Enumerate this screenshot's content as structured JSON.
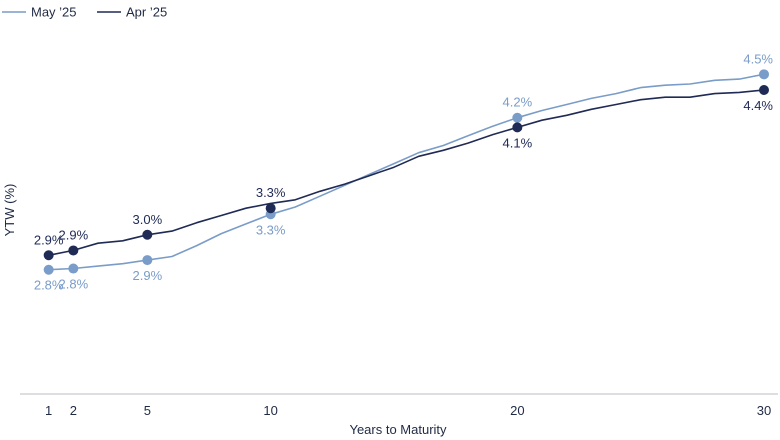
{
  "chart_data": {
    "type": "line",
    "title": "",
    "xlabel": "Years to Maturity",
    "ylabel": "YTW (%)",
    "xlim": [
      0,
      30
    ],
    "ylim": [
      1.75,
      4.9
    ],
    "xticks": [
      1,
      2,
      5,
      10,
      20,
      30
    ],
    "grid": false,
    "legend": "top-left",
    "series": [
      {
        "name": "May ’25",
        "color": "#7a9cc8",
        "x": [
          1,
          2,
          3,
          4,
          5,
          6,
          7,
          8,
          9,
          10,
          11,
          12,
          13,
          14,
          15,
          16,
          17,
          18,
          19,
          20,
          21,
          22,
          23,
          24,
          25,
          26,
          27,
          28,
          29,
          30
        ],
        "y": [
          2.78,
          2.79,
          2.81,
          2.83,
          2.86,
          2.89,
          2.98,
          3.08,
          3.16,
          3.24,
          3.3,
          3.39,
          3.48,
          3.57,
          3.66,
          3.75,
          3.81,
          3.89,
          3.97,
          4.04,
          4.1,
          4.15,
          4.2,
          4.24,
          4.29,
          4.31,
          4.32,
          4.35,
          4.36,
          4.4
        ]
      },
      {
        "name": "Apr ’25",
        "color": "#1f2a55",
        "x": [
          1,
          2,
          3,
          4,
          5,
          6,
          7,
          8,
          9,
          10,
          11,
          12,
          13,
          14,
          15,
          16,
          17,
          18,
          19,
          20,
          21,
          22,
          23,
          24,
          25,
          26,
          27,
          28,
          29,
          30
        ],
        "y": [
          2.9,
          2.94,
          3.0,
          3.02,
          3.07,
          3.1,
          3.17,
          3.23,
          3.29,
          3.33,
          3.36,
          3.43,
          3.49,
          3.56,
          3.63,
          3.72,
          3.77,
          3.83,
          3.9,
          3.96,
          4.02,
          4.06,
          4.11,
          4.15,
          4.19,
          4.21,
          4.21,
          4.24,
          4.25,
          4.27
        ]
      }
    ],
    "markers": [
      {
        "series": 0,
        "x": 1,
        "y": 2.78,
        "label": "2.8%",
        "pos": "below"
      },
      {
        "series": 0,
        "x": 2,
        "y": 2.79,
        "label": "2.8%",
        "pos": "below"
      },
      {
        "series": 0,
        "x": 5,
        "y": 2.86,
        "label": "2.9%",
        "pos": "below"
      },
      {
        "series": 0,
        "x": 10,
        "y": 3.24,
        "label": "3.3%",
        "pos": "below"
      },
      {
        "series": 0,
        "x": 20,
        "y": 4.04,
        "label": "4.2%",
        "pos": "above"
      },
      {
        "series": 0,
        "x": 30,
        "y": 4.4,
        "label": "4.5%",
        "pos": "above"
      },
      {
        "series": 1,
        "x": 1,
        "y": 2.9,
        "label": "2.9%",
        "pos": "above"
      },
      {
        "series": 1,
        "x": 2,
        "y": 2.94,
        "label": "2.9%",
        "pos": "above"
      },
      {
        "series": 1,
        "x": 5,
        "y": 3.07,
        "label": "3.0%",
        "pos": "above"
      },
      {
        "series": 1,
        "x": 10,
        "y": 3.29,
        "label": "3.3%",
        "pos": "above"
      },
      {
        "series": 1,
        "x": 20,
        "y": 3.96,
        "label": "4.1%",
        "pos": "below"
      },
      {
        "series": 1,
        "x": 30,
        "y": 4.27,
        "label": "4.4%",
        "pos": "below"
      }
    ]
  }
}
